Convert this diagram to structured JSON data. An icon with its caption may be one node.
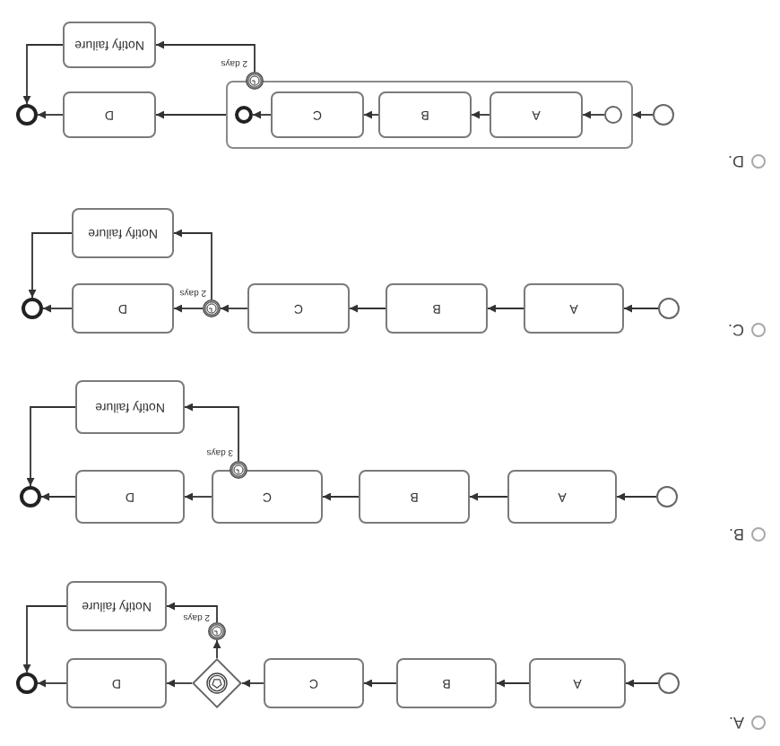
{
  "diagram": {
    "nodes": [
      {
        "text": [],
        "shape": "circle"
      },
      {
        "text": [
          "A"
        ]
      },
      {
        "text": [
          "B"
        ]
      },
      {
        "text": [
          "C"
        ]
      },
      {
        "text": [],
        "shape": "diamond"
      },
      {
        "text": [
          "D"
        ]
      },
      {
        "text": [],
        "shape": "circle"
      },
      {
        "text": [],
        "shape": "circle",
        "beside": [
          "2 days"
        ]
      },
      {
        "text": [
          "Notify failure"
        ]
      },
      {
        "text": [],
        "shape": "circle"
      },
      {
        "text": [
          "A"
        ]
      },
      {
        "text": [
          "B"
        ]
      },
      {
        "text": [
          "C"
        ]
      },
      {
        "text": [
          "D"
        ]
      },
      {
        "text": [],
        "shape": "circle"
      },
      {
        "text": [],
        "shape": "circle",
        "beside": [
          "3 days"
        ]
      },
      {
        "text": [
          "Notify failure"
        ]
      },
      {
        "text": [],
        "shape": "circle"
      },
      {
        "text": [
          "A"
        ]
      },
      {
        "text": [
          "B"
        ]
      },
      {
        "text": [
          "C"
        ]
      },
      {
        "text": [],
        "shape": "circle",
        "beside": [
          "2 days"
        ]
      },
      {
        "text": [
          "D"
        ]
      },
      {
        "text": [],
        "shape": "circle"
      },
      {
        "text": [
          "Notify failure"
        ]
      },
      {
        "text": [],
        "shape": "circle"
      },
      {
        "text": [],
        "shape": "box"
      },
      {
        "text": [],
        "shape": "circle",
        "in": 26
      },
      {
        "text": [
          "A"
        ],
        "in": 26
      },
      {
        "text": [
          "B"
        ],
        "in": 26
      },
      {
        "text": [
          "C"
        ],
        "in": 26
      },
      {
        "text": [],
        "shape": "circle",
        "in": 26
      },
      {
        "text": [
          "D"
        ]
      },
      {
        "text": [],
        "shape": "circle"
      },
      {
        "text": [],
        "shape": "circle",
        "beside": [
          "2 days"
        ]
      },
      {
        "text": [
          "Notify failure"
        ]
      }
    ],
    "edges": [
      {
        "from": 0,
        "to": 1,
        "arrow": "to"
      },
      {
        "from": 1,
        "to": 2,
        "arrow": "to"
      },
      {
        "from": 2,
        "to": 3,
        "arrow": "to"
      },
      {
        "from": 3,
        "to": 4,
        "arrow": "to"
      },
      {
        "from": 4,
        "to": 5,
        "arrow": "to"
      },
      {
        "from": 5,
        "to": 6,
        "arrow": "to"
      },
      {
        "from": 4,
        "to": 7,
        "arrow": "to"
      },
      {
        "from": 7,
        "to": 8,
        "arrow": "to"
      },
      {
        "from": 8,
        "to": 6,
        "arrow": "to"
      },
      {
        "from": 9,
        "to": 10,
        "arrow": "to"
      },
      {
        "from": 10,
        "to": 11,
        "arrow": "to"
      },
      {
        "from": 11,
        "to": 12,
        "arrow": "to"
      },
      {
        "from": 12,
        "to": 13,
        "arrow": "to"
      },
      {
        "from": 13,
        "to": 14,
        "arrow": "to"
      },
      {
        "from": 15,
        "to": 16,
        "arrow": "to"
      },
      {
        "from": 16,
        "to": 14,
        "arrow": "to"
      },
      {
        "from": 17,
        "to": 18,
        "arrow": "to"
      },
      {
        "from": 18,
        "to": 19,
        "arrow": "to"
      },
      {
        "from": 19,
        "to": 20,
        "arrow": "to"
      },
      {
        "from": 20,
        "to": 21,
        "arrow": "to"
      },
      {
        "from": 21,
        "to": 22,
        "arrow": "to"
      },
      {
        "from": 22,
        "to": 23,
        "arrow": "to"
      },
      {
        "from": 21,
        "to": 24,
        "arrow": "to"
      },
      {
        "from": 24,
        "to": 23,
        "arrow": "to"
      },
      {
        "from": 25,
        "to": 26,
        "arrow": "to"
      },
      {
        "from": 31,
        "to": 28,
        "arrow": "to"
      },
      {
        "from": 28,
        "to": 29,
        "arrow": "to"
      },
      {
        "from": 29,
        "to": 30,
        "arrow": "to"
      },
      {
        "from": 30,
        "to": 27,
        "arrow": "to"
      },
      {
        "from": 26,
        "to": 32,
        "arrow": "to"
      },
      {
        "from": 32,
        "to": 33,
        "arrow": "to"
      },
      {
        "from": 34,
        "to": 35,
        "arrow": "to"
      },
      {
        "from": 35,
        "to": 33,
        "arrow": "to"
      }
    ],
    "labels": [
      "A.",
      "B.",
      "C.",
      "D."
    ]
  }
}
